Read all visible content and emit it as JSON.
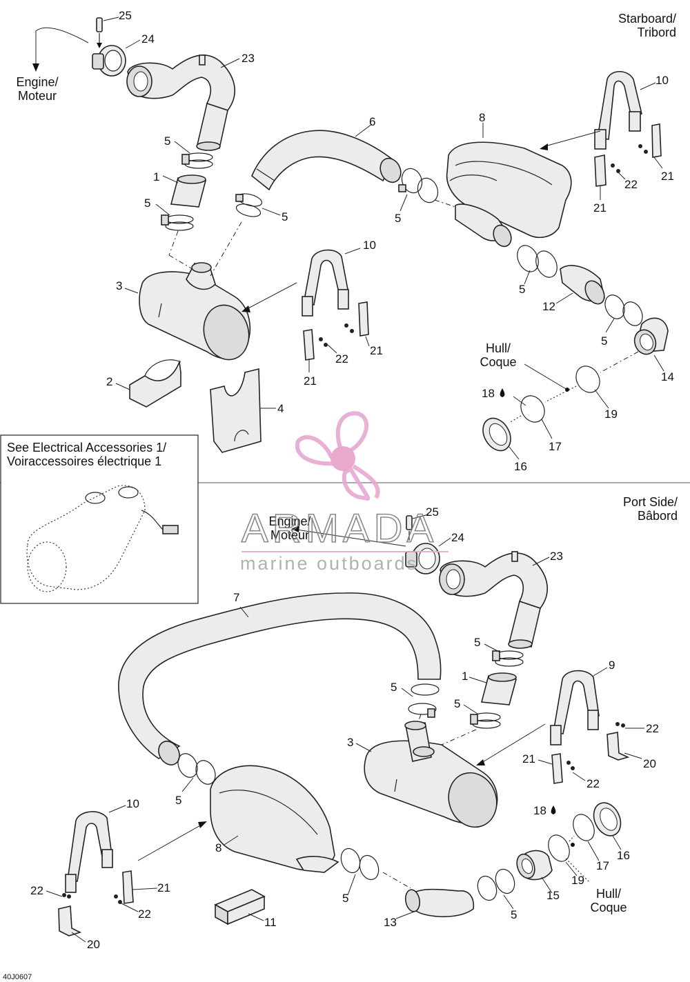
{
  "labels": {
    "starboard": [
      "Starboard/",
      "Tribord"
    ],
    "port": [
      "Port Side/",
      "Bâbord"
    ],
    "engine_top": [
      "Engine/",
      "Moteur"
    ],
    "engine_bottom": [
      "Engine/",
      "Moteur"
    ],
    "hull_top": [
      "Hull/",
      "Coque"
    ],
    "hull_bottom": [
      "Hull/",
      "Coque"
    ],
    "see_box": [
      "See Electrical Accessories 1/",
      "Voiraccessoires électrique 1"
    ],
    "figure_code": "40J0607"
  },
  "watermark": {
    "brand": "ARMADA",
    "tagline": "marine outboards",
    "colors": {
      "propeller": "#e7a8d2",
      "hub": "#e79fc9",
      "text": "#9a9a9a",
      "rule": "#e7a8d2"
    }
  },
  "callouts_top": [
    "25",
    "24",
    "23",
    "5",
    "1",
    "5",
    "6",
    "8",
    "10",
    "21",
    "22",
    "21",
    "5",
    "5",
    "5",
    "12",
    "5",
    "14",
    "3",
    "10",
    "21",
    "22",
    "21",
    "2",
    "4",
    "18",
    "19",
    "17",
    "16"
  ],
  "callouts_bottom": [
    "25",
    "24",
    "23",
    "7",
    "5",
    "1",
    "5",
    "5",
    "9",
    "22",
    "20",
    "3",
    "21",
    "22",
    "5",
    "10",
    "8",
    "21",
    "22",
    "22",
    "20",
    "11",
    "13",
    "5",
    "15",
    "19",
    "18",
    "17",
    "16"
  ]
}
